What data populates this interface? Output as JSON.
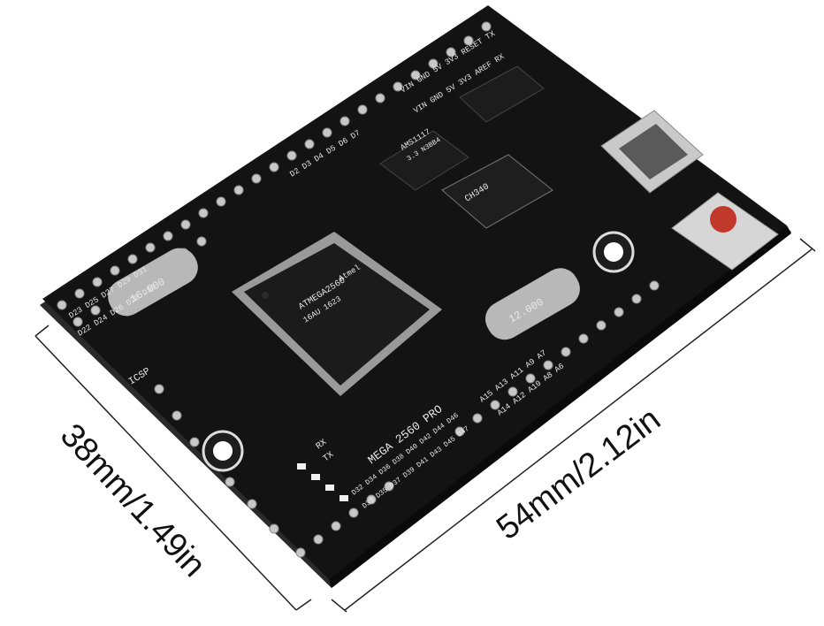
{
  "dimensions": {
    "width_label": "38mm/1.49in",
    "length_label": "54mm/2.12in"
  },
  "board": {
    "title": "MEGA 2560 PRO",
    "mcu_line1": "ATMEGA2560",
    "mcu_line2": "16AU 1623",
    "mcu_brand": "Atmel",
    "crystal_left": "16.000",
    "crystal_right": "12.000",
    "regulator": "AMS1117",
    "regulator_sub": "3.3 N3BB4",
    "usb_chip": "CH340",
    "icsp": "ICSP",
    "tx": "TX",
    "rx": "RX",
    "pin_row_top": "VIN GND 5V 3V3 AREF RX",
    "pin_row_top2": "VIN GND 5V 3V3 RESET TX",
    "left_pins": "D2 D3 D4 D5 D6 D7",
    "digital_col1": "D22 D24 D26 D28 D30",
    "digital_col2": "D23 D25 D27 D29 D31",
    "analog_row": "A15 A13 A11 A9 A7",
    "analog_row2": "A14 A12 A10 A8 A6",
    "bottom_row": "D32 D34 D36 D38 D40 D42 D44 D46",
    "bottom_row2": "D33 D35 D37 D39 D41 D43 D45 D47"
  },
  "colors": {
    "pcb": "#141414",
    "pcb_edge": "#2b2b2b",
    "pad": "#c9c9c9",
    "button_cap": "#c0392b"
  }
}
